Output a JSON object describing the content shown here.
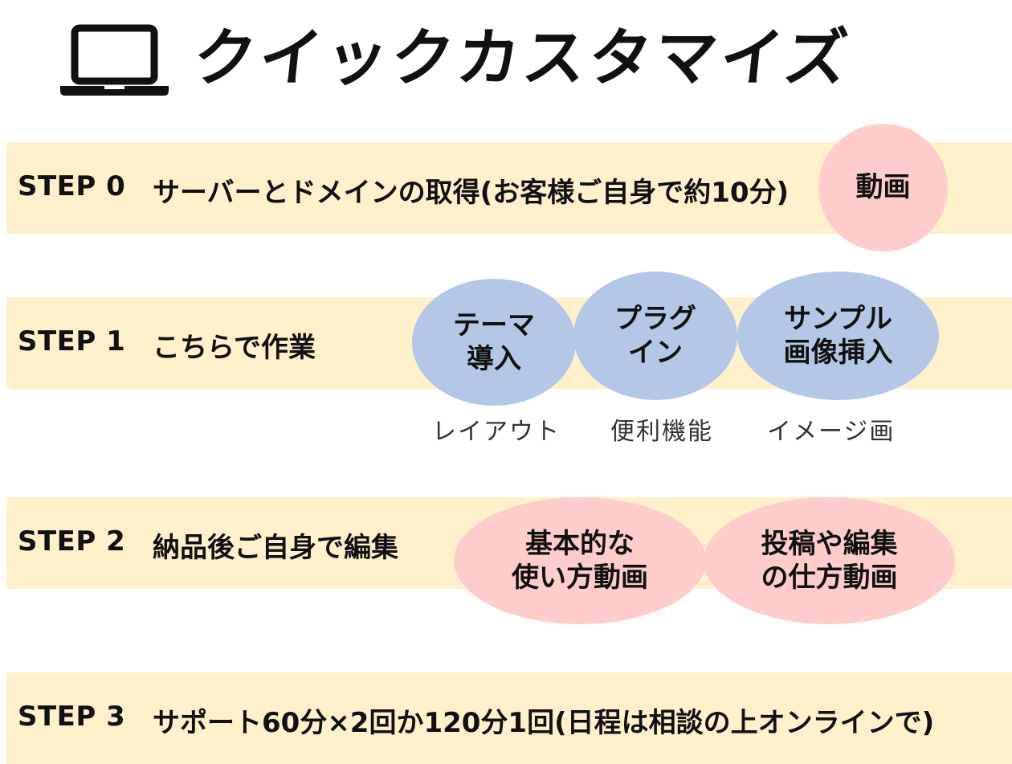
{
  "header": {
    "title": "クイックカスタマイズ",
    "icon": "laptop-icon"
  },
  "colors": {
    "band": "#fff0cc",
    "bubble_pink": "#ffcccc",
    "bubble_blue": "#b4c7e7"
  },
  "steps": [
    {
      "label": "STEP 0",
      "description": "サーバーとドメインの取得(お客様ご自身で約10分)",
      "bubbles": [
        {
          "text": "動画"
        }
      ]
    },
    {
      "label": "STEP 1",
      "description": "こちらで作業",
      "bubbles": [
        {
          "text": "テーマ\n導入",
          "caption": "レイアウト"
        },
        {
          "text": "プラグ\nイン",
          "caption": "便利機能"
        },
        {
          "text": "サンプル\n画像挿入",
          "caption": "イメージ画"
        }
      ]
    },
    {
      "label": "STEP 2",
      "description": "納品後ご自身で編集",
      "bubbles": [
        {
          "text": "基本的な\n使い方動画"
        },
        {
          "text": "投稿や編集\nの仕方動画"
        }
      ]
    },
    {
      "label": "STEP 3",
      "description": "サポート60分×2回か120分1回(日程は相談の上オンラインで)",
      "bubbles": []
    }
  ]
}
